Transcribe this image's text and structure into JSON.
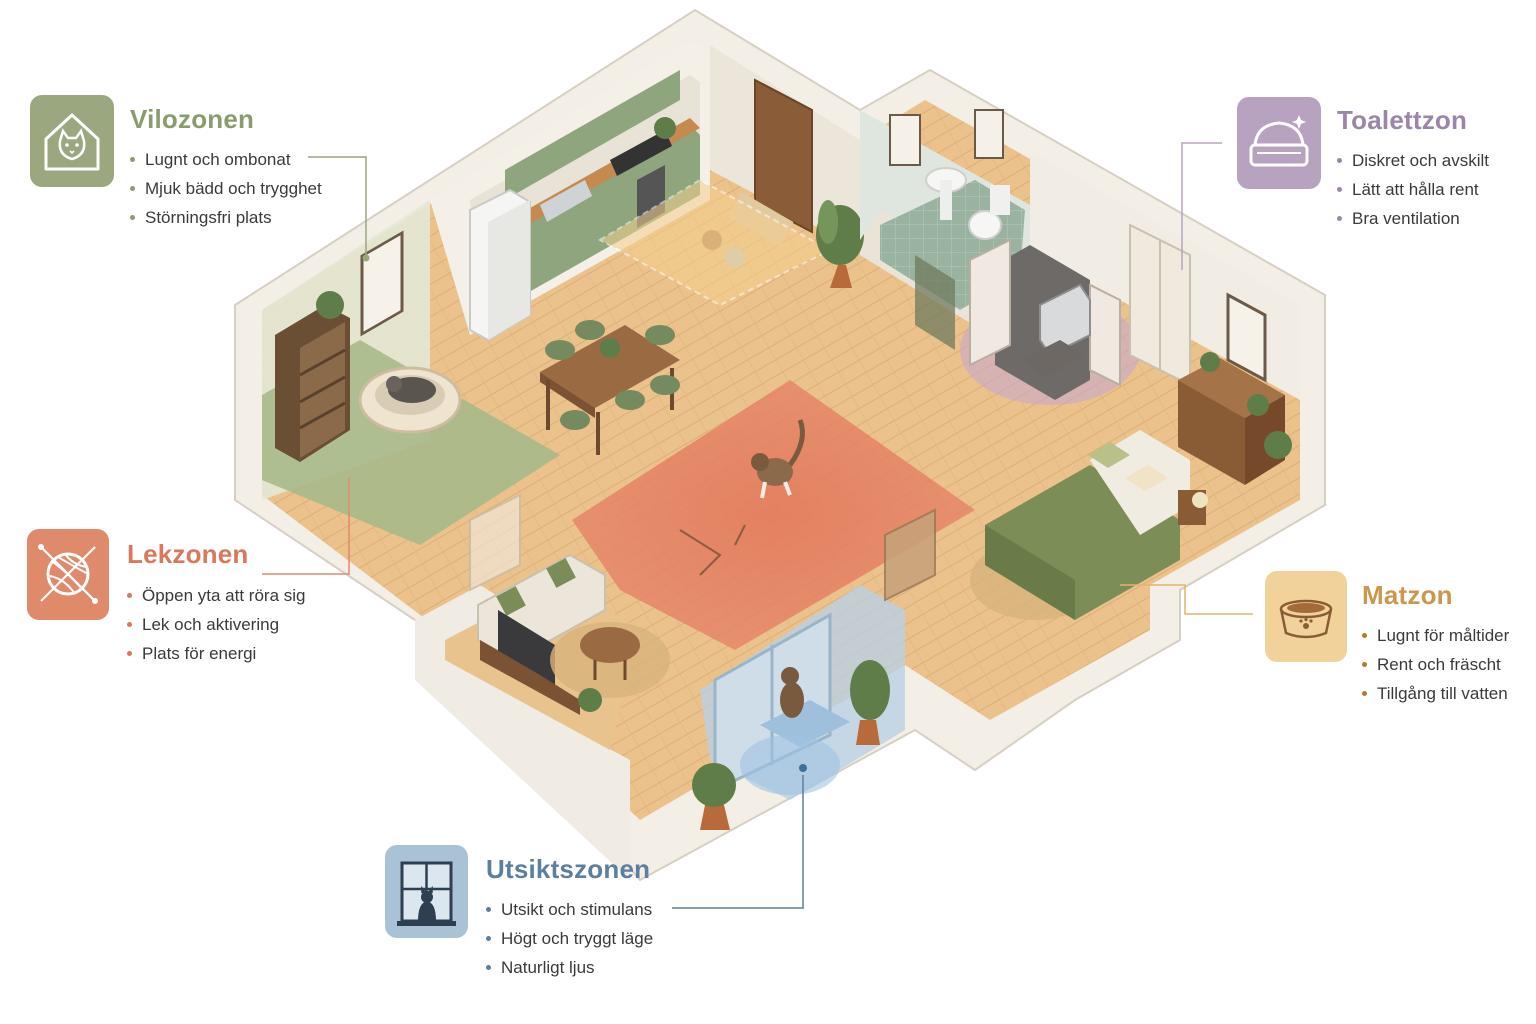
{
  "zones": {
    "vilo": {
      "title": "Vilozonen",
      "icon": "house-cat-icon",
      "color": "#8a9b6e",
      "icon_bg": "#9aa77f",
      "items": [
        "Lugnt och ombonat",
        "Mjuk bädd och trygghet",
        "Störningsfri plats"
      ]
    },
    "lek": {
      "title": "Lekzonen",
      "icon": "yarn-ball-icon",
      "color": "#d9785b",
      "icon_bg": "#e08a6c",
      "items": [
        "Öppen yta att röra sig",
        "Lek och aktivering",
        "Plats för energi"
      ]
    },
    "toalett": {
      "title": "Toalettzon",
      "icon": "litter-box-icon",
      "color": "#9b86a8",
      "icon_bg": "#b7a3c0",
      "items": [
        "Diskret och avskilt",
        "Lätt att hålla rent",
        "Bra ventilation"
      ]
    },
    "mat": {
      "title": "Matzon",
      "icon": "food-bowl-icon",
      "color": "#c9984e",
      "icon_bg": "#f1d29a",
      "items": [
        "Lugnt för måltider",
        "Rent och fräscht",
        "Tillgång till vatten"
      ]
    },
    "utsikt": {
      "title": "Utsiktszonen",
      "icon": "window-cat-icon",
      "color": "#5b7fa0",
      "icon_bg": "#a9c2d6",
      "items": [
        "Utsikt och stimulans",
        "Högt och tryggt läge",
        "Naturligt ljus"
      ]
    }
  }
}
